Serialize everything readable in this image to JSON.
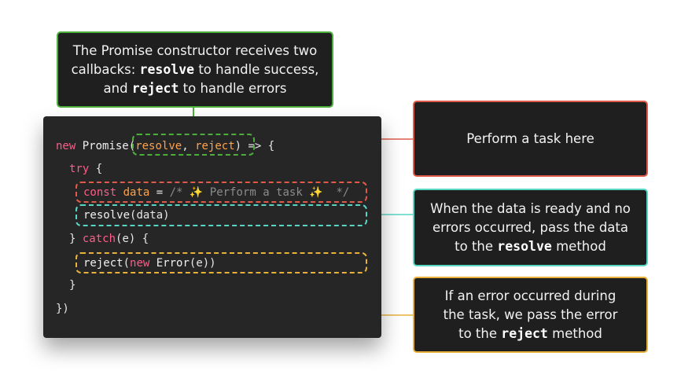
{
  "callouts": {
    "constructor": {
      "line1": "The Promise constructor receives two",
      "line2_pre": "callbacks: ",
      "line2_bold": "resolve",
      "line2_post": " to handle success,",
      "line3_pre": "and ",
      "line3_bold": "reject",
      "line3_post": " to handle errors",
      "border_color": "#4caf3b"
    },
    "task": {
      "text": "Perform a task here",
      "border_color": "#e05a4a"
    },
    "resolve": {
      "line1": "When the data is ready and no",
      "line2": "errors occurred, pass the data",
      "line3_pre": "to the ",
      "line3_bold": "resolve",
      "line3_post": " method",
      "border_color": "#57d6c4"
    },
    "reject": {
      "line1": "If an error occurred during",
      "line2": "the task, we pass the error",
      "line3_pre": "to the ",
      "line3_bold": "reject",
      "line3_post": " method",
      "border_color": "#e8b13a"
    }
  },
  "code": {
    "line1": {
      "kw": "new",
      "cls": "Promise",
      "open": "(",
      "p1": "resolve",
      "comma": ", ",
      "p2": "reject",
      "close": ")",
      "arrow": " => {"
    },
    "line2": {
      "kw": "try",
      "brace": " {"
    },
    "line3": {
      "kw": "const",
      "var": "data",
      "eq": " = ",
      "comment_open": "/* ",
      "sparkle1": "✨",
      "comment_text": " Perform a task ",
      "sparkle2": "✨",
      "comment_close": "  */"
    },
    "line4": {
      "fn": "resolve",
      "args": "(data)"
    },
    "line5": {
      "pre": "} ",
      "kw": "catch",
      "args": "(e) {"
    },
    "line6": {
      "fn": "reject",
      "open": "(",
      "kw": "new",
      "cls": " Error",
      "args": "(e))"
    },
    "line7": {
      "text": "}"
    },
    "line8": {
      "text": "})"
    }
  },
  "colors": {
    "green": "#4caf3b",
    "red": "#e05a4a",
    "teal": "#57d6c4",
    "yellow": "#e8b13a",
    "card": "#262626"
  }
}
